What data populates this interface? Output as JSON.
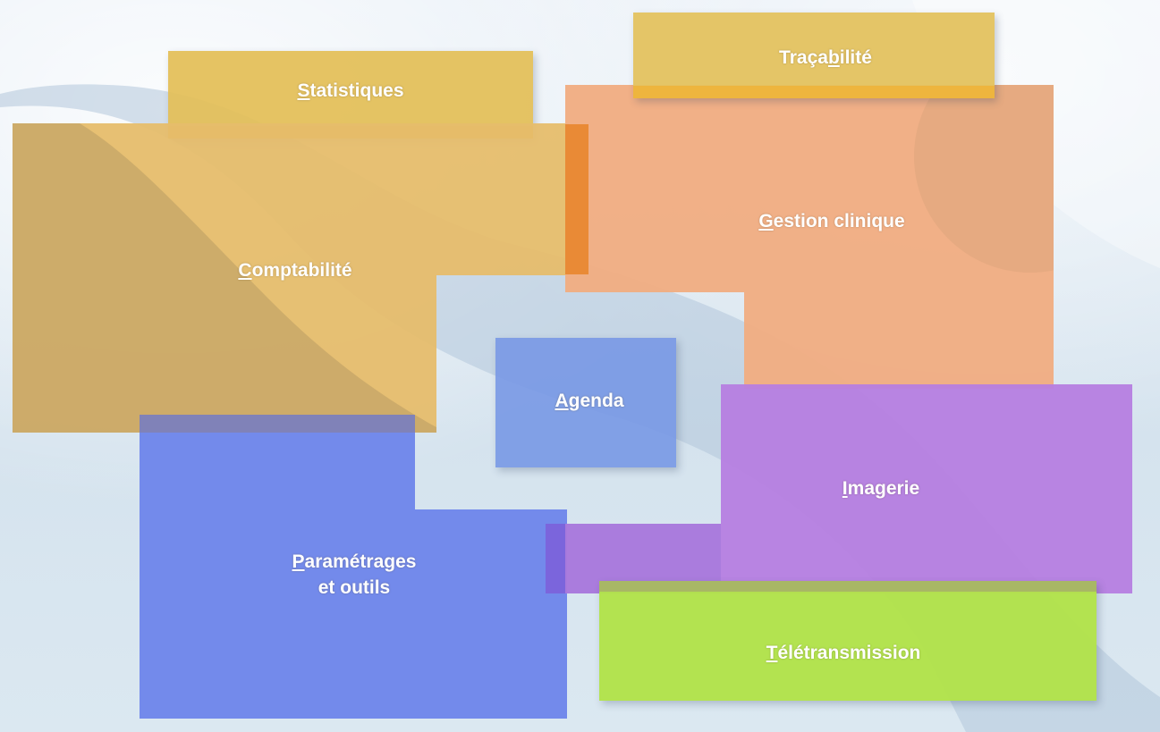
{
  "menu": {
    "statistiques": {
      "key": "S",
      "rest": "tatistiques"
    },
    "tracabilite": {
      "pre": "Traça",
      "key": "b",
      "rest": "ilité"
    },
    "comptabilite": {
      "key": "C",
      "rest": "omptabilité"
    },
    "gestion_clinique": {
      "key": "G",
      "rest": "estion clinique"
    },
    "agenda": {
      "key": "A",
      "rest": "genda"
    },
    "imagerie": {
      "key": "I",
      "rest": "magerie"
    },
    "parametrages": {
      "key": "P",
      "rest": "aramétrages",
      "line2": "et outils"
    },
    "teletransmission": {
      "key": "T",
      "rest": "élétransmission"
    }
  },
  "colors": {
    "yellow": "#e3c15f",
    "orange": "#f0ad7b",
    "blue": "#7187e9",
    "agenda_blue": "#7f9fe6",
    "purple": "#bb82e3",
    "green": "#b2e24a"
  }
}
